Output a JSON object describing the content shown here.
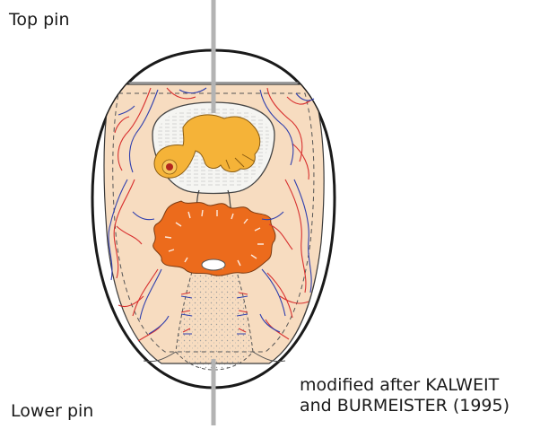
{
  "labels": {
    "top_pin": "Top pin",
    "lower_pin": "Lower pin",
    "credit_line1": "modified after KALWEIT",
    "credit_line2": "and BURMEISTER (1995)"
  },
  "colors": {
    "pin": "#b3b3b3",
    "shell_outline": "#1a1a1a",
    "albumen_light": "#fbeee6",
    "membrane_fill": "#f7dcc0",
    "amnion_fill": "#f5f5f2",
    "embryo": "#f5b338",
    "embryo_eye": "#b3261e",
    "yolk": "#ec6b1c",
    "artery": "#d8302f",
    "vein": "#2f3fae",
    "stipple": "#cfcfcf"
  }
}
